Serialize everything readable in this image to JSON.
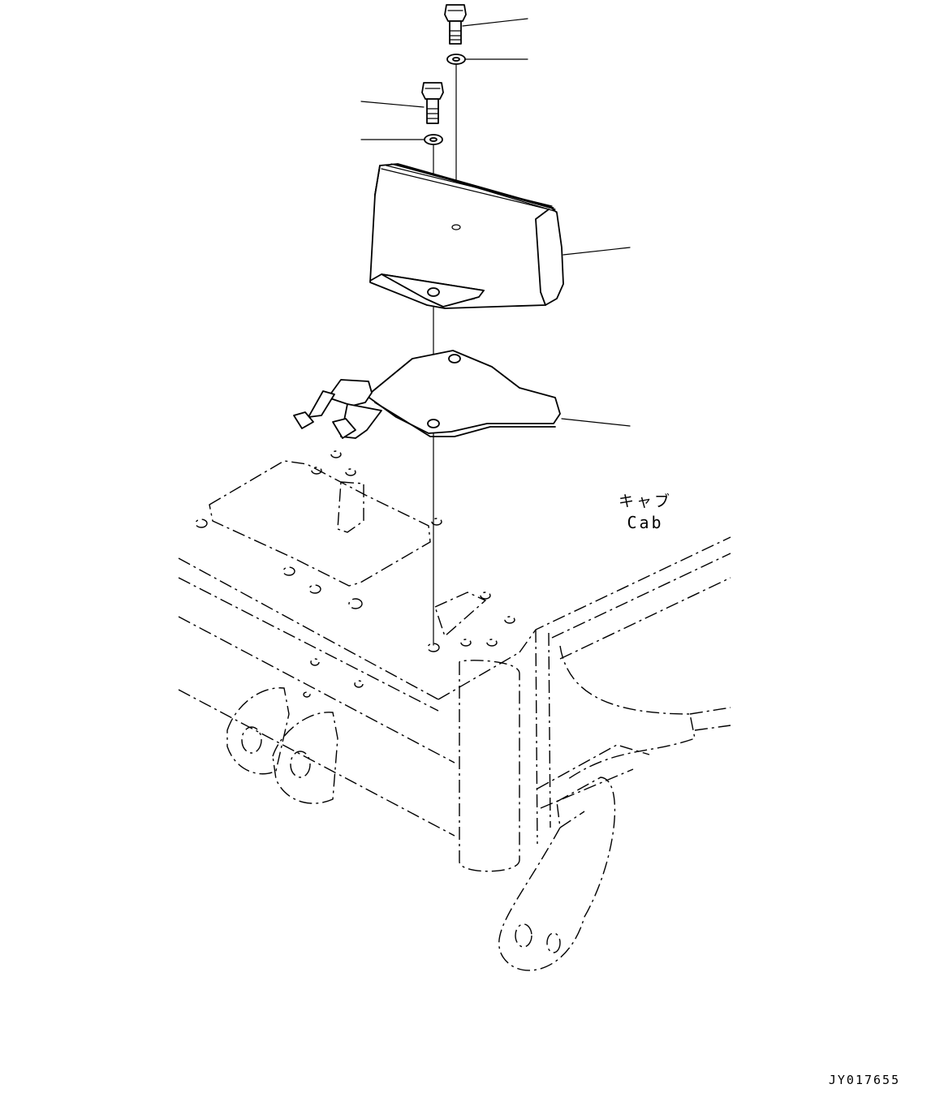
{
  "labels": {
    "cab_japanese": "キャブ",
    "cab_english": "Cab",
    "drawing_code": "JY017655"
  },
  "colors": {
    "line": "#000000",
    "background": "#ffffff"
  }
}
